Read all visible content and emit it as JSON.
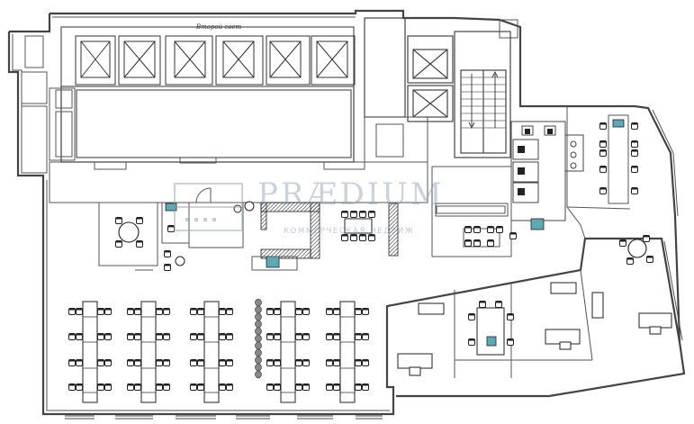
{
  "plan": {
    "second_light_label": "Второй свет"
  },
  "watermark": {
    "logo": "PRÆDIUM",
    "tagline": "КОММЕРЧЕСКАЯ НЕДВИЖ"
  },
  "colors": {
    "wall": "#444444",
    "thin_line": "#777777",
    "hatch": "#555555",
    "accent_teal": "#5fa8b5",
    "watermark": "#8c9baf"
  }
}
